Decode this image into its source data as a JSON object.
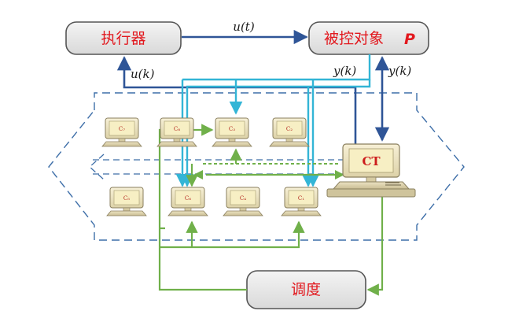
{
  "nodes": {
    "actuator": "执行器",
    "plant": "被控对象",
    "plant_symbol": "P",
    "scheduler": "调度",
    "controller": "CT"
  },
  "signals": {
    "u_t": "u(t)",
    "u_k": "u(k)",
    "y_k_left": "y(k)",
    "y_k_right": "y(k)"
  },
  "computers": [
    "C₇",
    "C₈",
    "C₃",
    "C₂",
    "C₅",
    "C₆",
    "C₄",
    "C₁"
  ],
  "colors": {
    "box_fill": "#e6e6e6",
    "box_border": "#555555",
    "label_red": "#e2181e",
    "dark_blue": "#2f5597",
    "cyan": "#33b5d6",
    "green": "#70b04a",
    "dashed_blue": "#3d6ea8",
    "monitor_beige": "#efe5c5",
    "screen_yellow": "#f6edbd"
  }
}
